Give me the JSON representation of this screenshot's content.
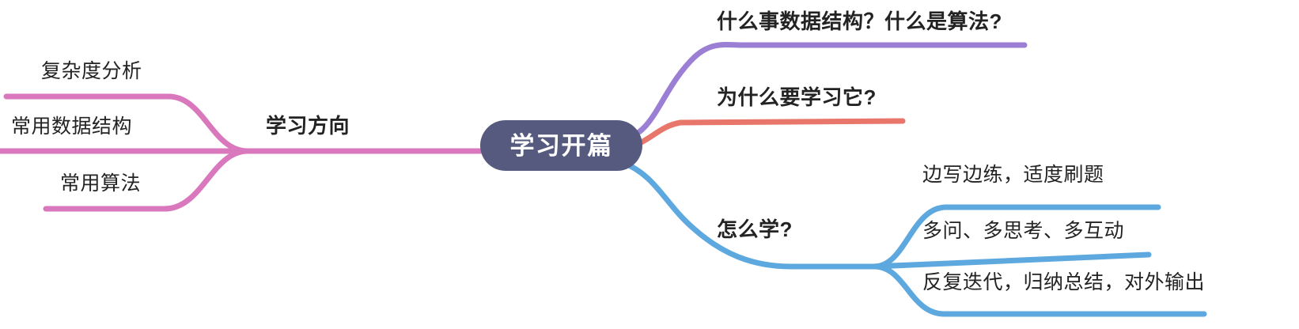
{
  "diagram": {
    "type": "mind-map",
    "title": "学习开篇",
    "background_color": "#ffffff",
    "center": {
      "label": "学习开篇",
      "fill_color": "#555a7e",
      "text_color": "#ffffff"
    },
    "branches": [
      {
        "id": "left-direction",
        "label": "学习方向",
        "color": "#d978bd",
        "side": "left",
        "children": [
          {
            "label": "复杂度分析",
            "color": "#d978bd"
          },
          {
            "label": "常用数据结构",
            "color": "#d978bd"
          },
          {
            "label": "常用算法",
            "color": "#d978bd"
          }
        ]
      },
      {
        "id": "what-is",
        "label": "什么事数据结构？什么是算法?",
        "color": "#9b7fd4",
        "side": "right",
        "children": []
      },
      {
        "id": "why-learn",
        "label": "为什么要学习它?",
        "color": "#e8766a",
        "side": "right",
        "children": []
      },
      {
        "id": "how-learn",
        "label": "怎么学?",
        "color": "#5da8de",
        "side": "right",
        "children": [
          {
            "label": "边写边练，适度刷题",
            "color": "#5da8de"
          },
          {
            "label": "多问、多思考、多互动",
            "color": "#5da8de"
          },
          {
            "label": "反复迭代，归纳总结，对外输出",
            "color": "#5da8de"
          }
        ]
      }
    ]
  }
}
